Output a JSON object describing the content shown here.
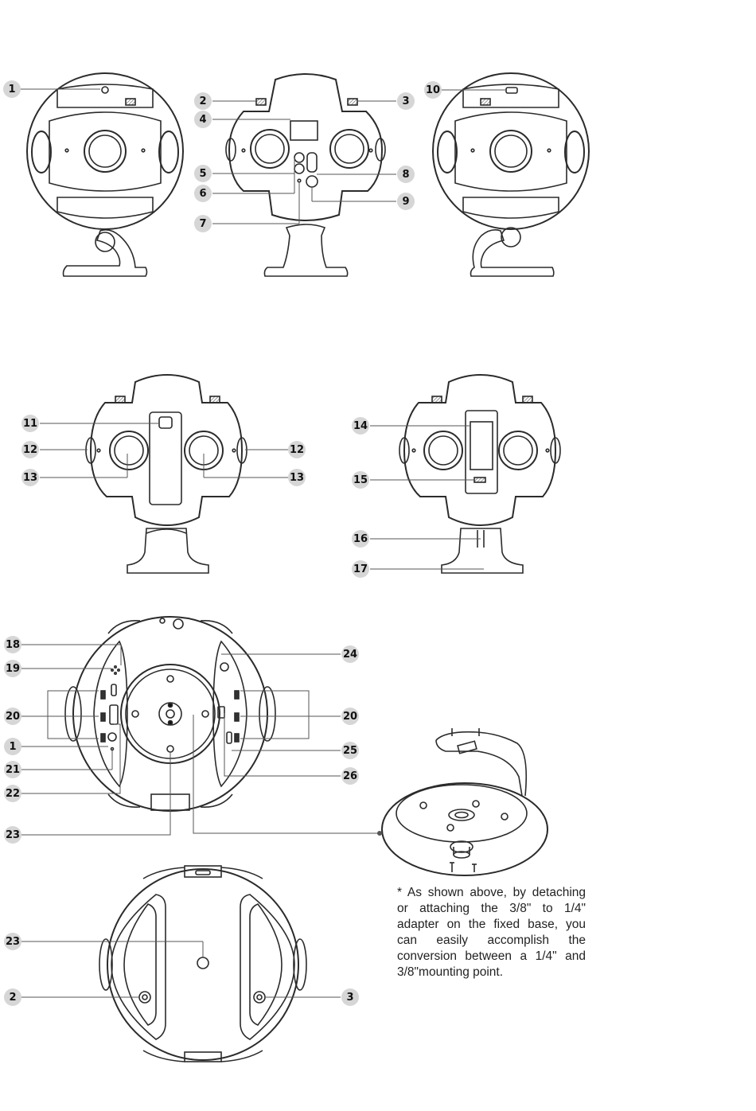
{
  "callouts": [
    {
      "id": "c1a",
      "label": "1"
    },
    {
      "id": "c2a",
      "label": "2"
    },
    {
      "id": "c3a",
      "label": "3"
    },
    {
      "id": "c10",
      "label": "10"
    },
    {
      "id": "c4",
      "label": "4"
    },
    {
      "id": "c5",
      "label": "5"
    },
    {
      "id": "c6",
      "label": "6"
    },
    {
      "id": "c7",
      "label": "7"
    },
    {
      "id": "c8",
      "label": "8"
    },
    {
      "id": "c9",
      "label": "9"
    },
    {
      "id": "c11",
      "label": "11"
    },
    {
      "id": "c12a",
      "label": "12"
    },
    {
      "id": "c12b",
      "label": "12"
    },
    {
      "id": "c13a",
      "label": "13"
    },
    {
      "id": "c13b",
      "label": "13"
    },
    {
      "id": "c14",
      "label": "14"
    },
    {
      "id": "c15",
      "label": "15"
    },
    {
      "id": "c16",
      "label": "16"
    },
    {
      "id": "c17",
      "label": "17"
    },
    {
      "id": "c18",
      "label": "18"
    },
    {
      "id": "c19",
      "label": "19"
    },
    {
      "id": "c20a",
      "label": "20"
    },
    {
      "id": "c1b",
      "label": "1"
    },
    {
      "id": "c21",
      "label": "21"
    },
    {
      "id": "c22",
      "label": "22"
    },
    {
      "id": "c23a",
      "label": "23"
    },
    {
      "id": "c24",
      "label": "24"
    },
    {
      "id": "c20b",
      "label": "20"
    },
    {
      "id": "c25",
      "label": "25"
    },
    {
      "id": "c26",
      "label": "26"
    },
    {
      "id": "c23b",
      "label": "23"
    },
    {
      "id": "c2b",
      "label": "2"
    },
    {
      "id": "c3b",
      "label": "3"
    }
  ],
  "note": "* As shown above, by detaching or attaching the 3/8\" to 1/4\" adapter on the fixed base, you can easily accomplish the conversion between a 1/4\" and 3/8\"mounting point.",
  "colors": {
    "line": "#2b2b2b",
    "leader": "#555555",
    "callout_bg": "#d6d6d6",
    "hatch": "#666666"
  }
}
